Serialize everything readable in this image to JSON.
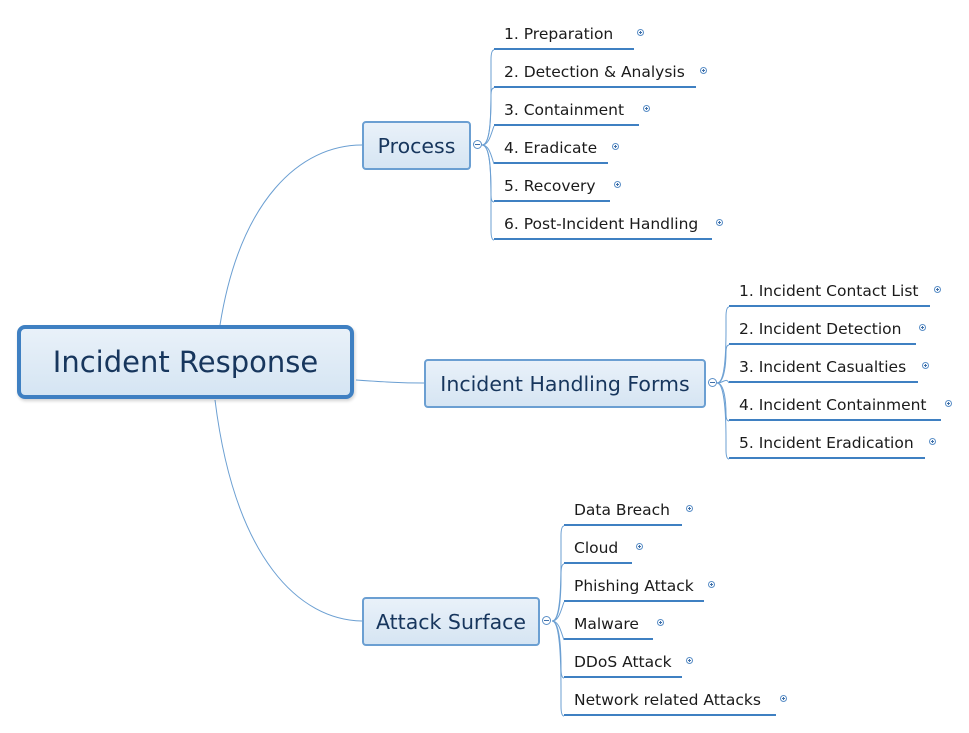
{
  "root": {
    "label": "Incident Response"
  },
  "branches": [
    {
      "label": "Process",
      "children": [
        "1. Preparation",
        "2. Detection & Analysis",
        "3. Containment",
        "4. Eradicate",
        "5. Recovery",
        "6. Post-Incident Handling"
      ]
    },
    {
      "label": "Incident Handling Forms",
      "children": [
        "1. Incident Contact List",
        "2. Incident Detection",
        "3. Incident Casualties",
        "4. Incident Containment",
        "5. Incident Eradication"
      ]
    },
    {
      "label": "Attack Surface",
      "children": [
        "Data Breach",
        "Cloud",
        "Phishing Attack",
        "Malware",
        "DDoS Attack",
        "Network related Attacks"
      ]
    }
  ],
  "colors": {
    "connector": "#6b9fd2",
    "leaf_underline": "#3f80c2",
    "root_border": "#3f80c2",
    "text": "#17365d"
  },
  "icons": {
    "expand": "plus-circle-icon",
    "collapse": "minus-circle-icon"
  }
}
